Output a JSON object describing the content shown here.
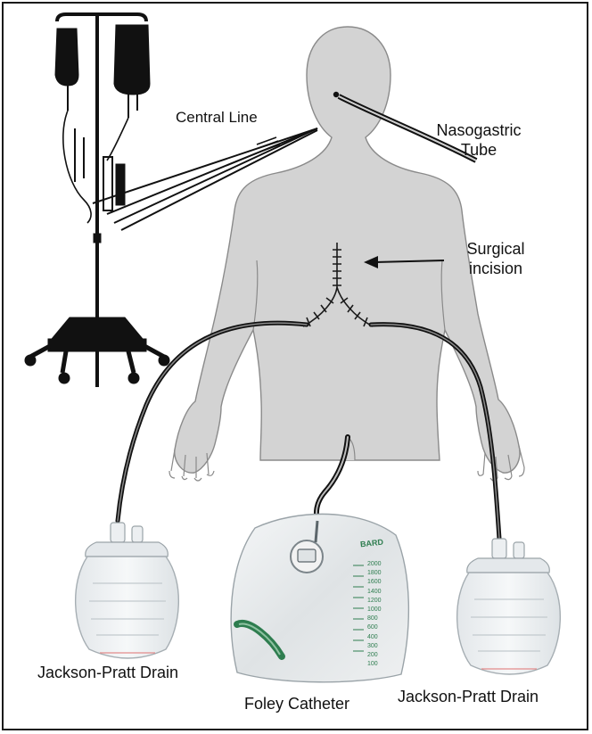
{
  "labels": {
    "central_line": "Central Line",
    "nasogastric_line1": "Nasogastric",
    "nasogastric_line2": "Tube",
    "surgical_line1": "Surgical",
    "surgical_line2": "incision",
    "jp_drain_left": "Jackson-Pratt Drain",
    "foley": "Foley Catheter",
    "jp_drain_right": "Jackson-Pratt Drain"
  },
  "foley_bag_print": {
    "brand": "BARD",
    "scale": [
      "2000",
      "1800",
      "1600",
      "1400",
      "1200",
      "1000",
      "800",
      "600",
      "400",
      "300",
      "200",
      "100"
    ]
  },
  "colors": {
    "body_fill": "#d3d3d3",
    "body_outline": "#8a8a8a",
    "line": "#111111",
    "equipment": "#111111",
    "bag_fill": "#e6e9ea",
    "bag_print": "#2e7d4f"
  }
}
